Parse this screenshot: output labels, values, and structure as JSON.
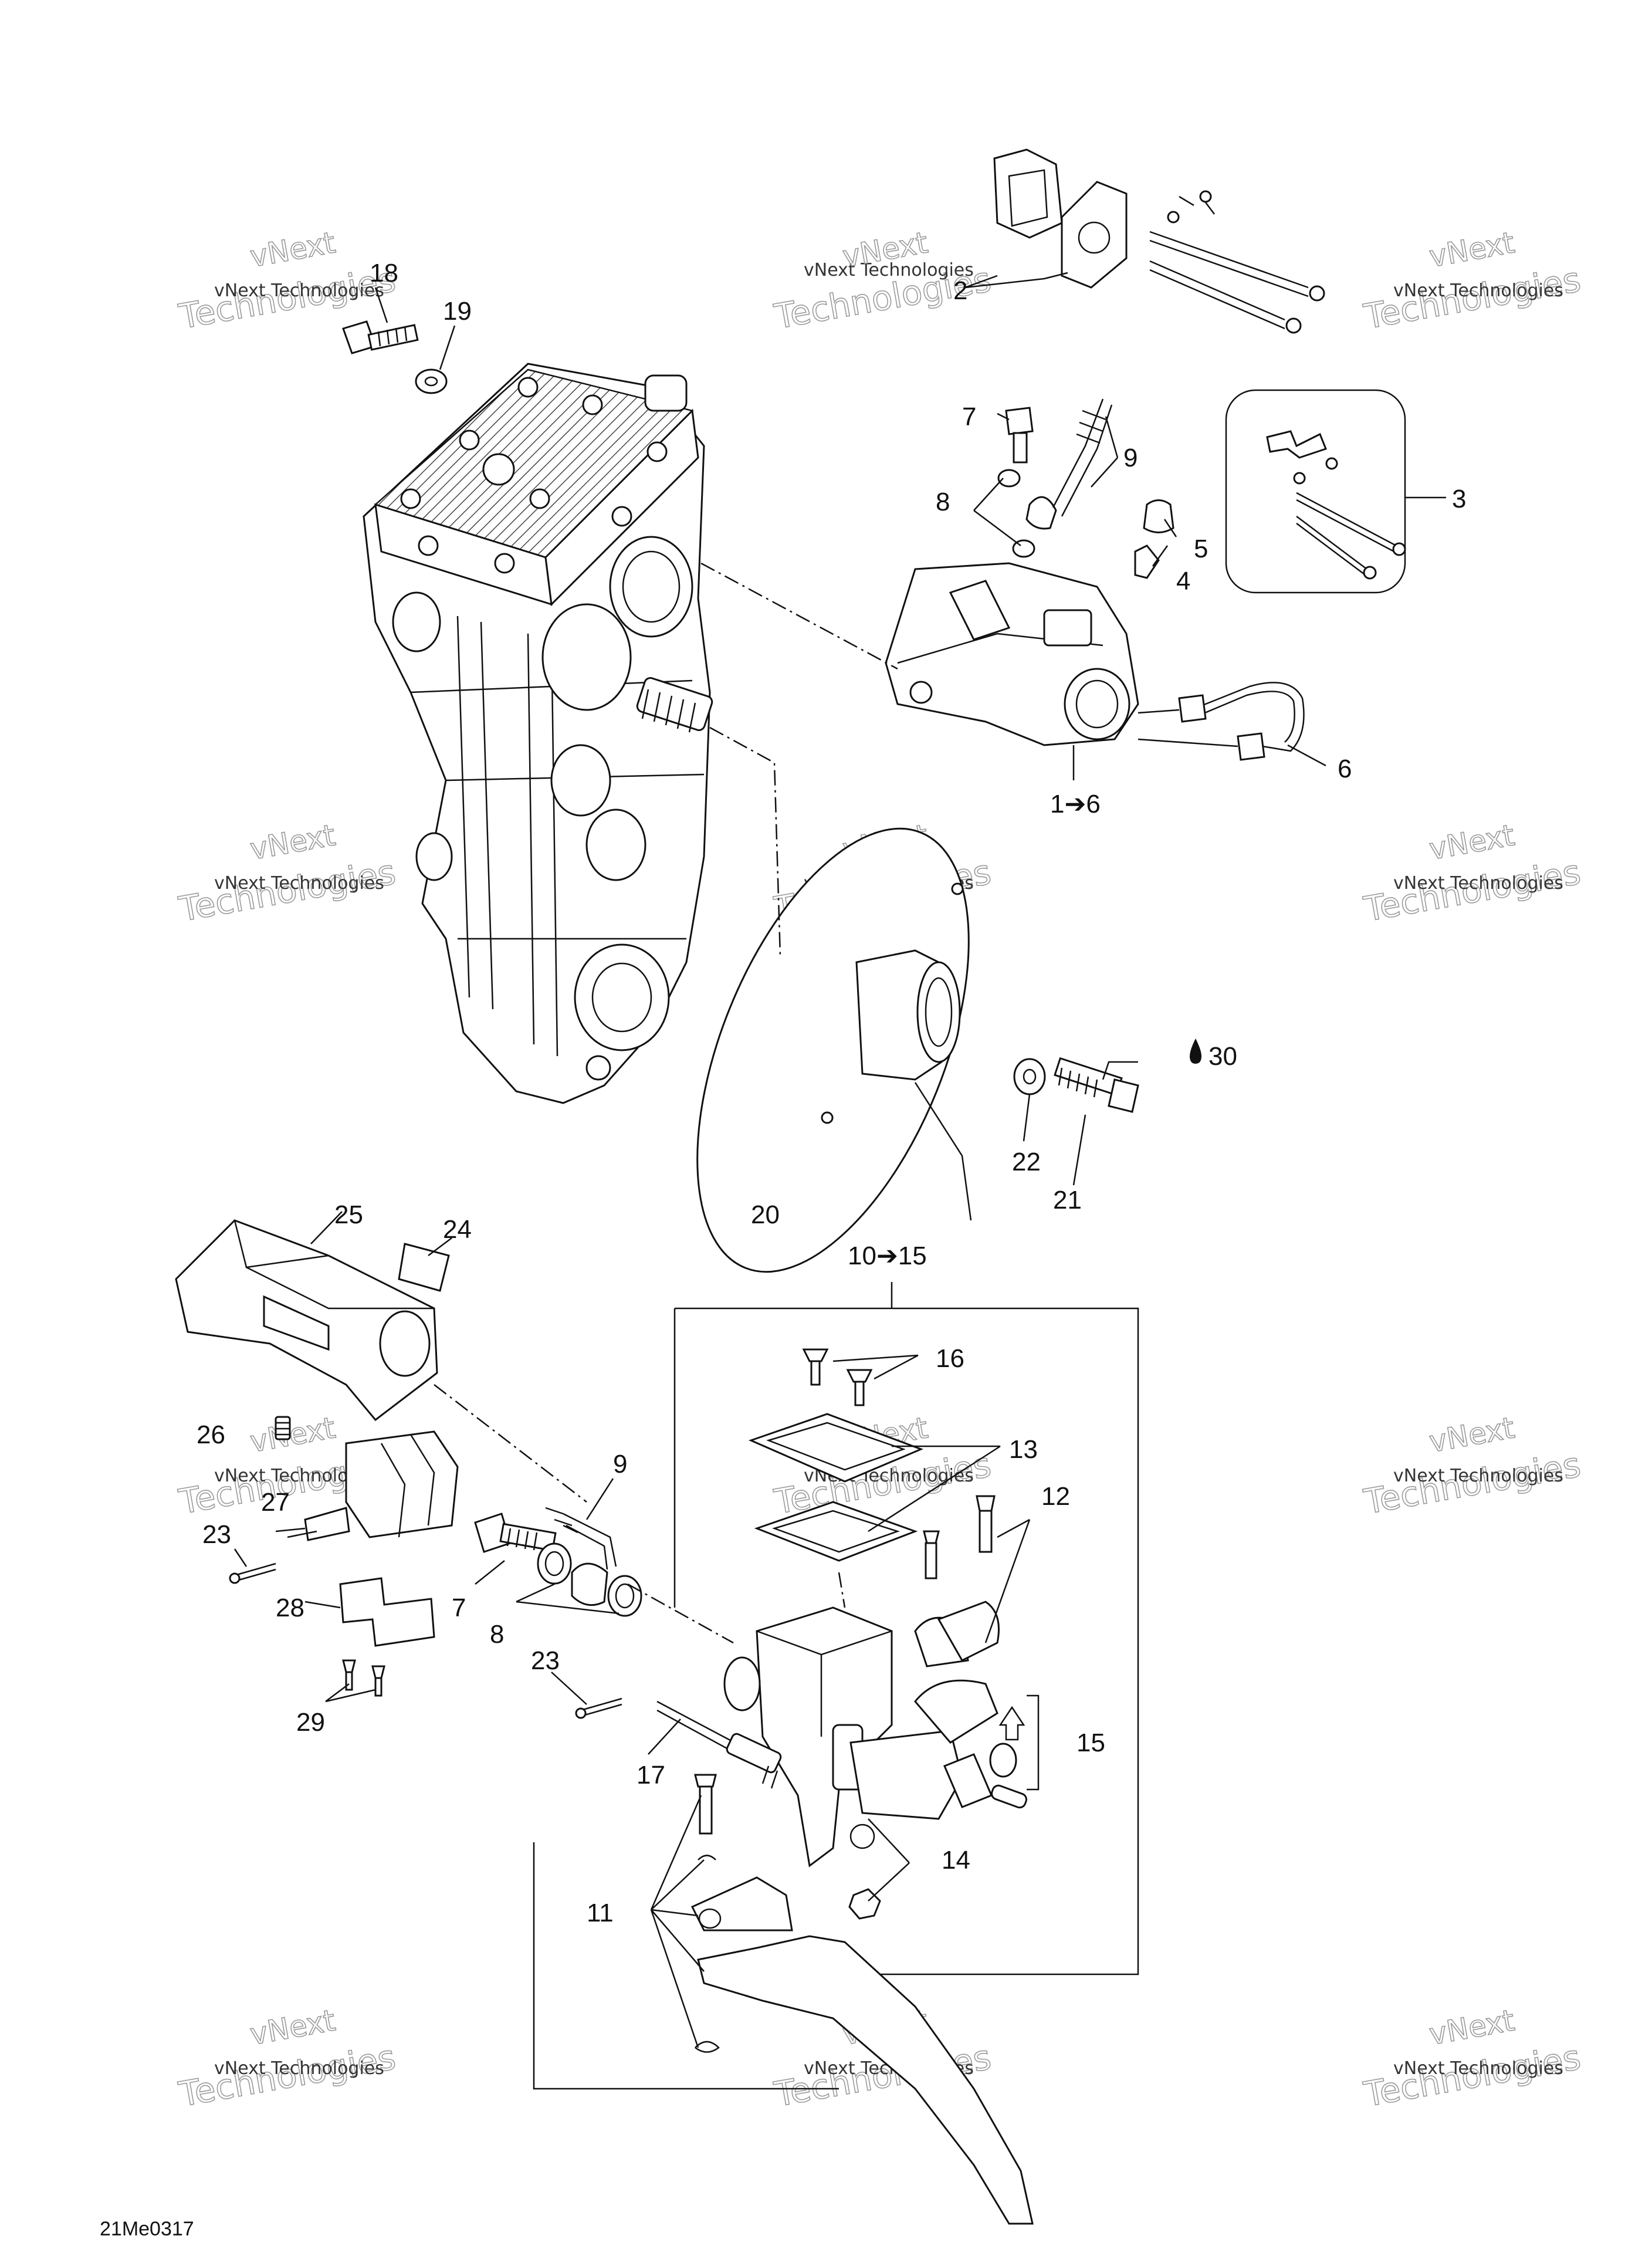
{
  "diagram": {
    "drawing_code": "21Me0317",
    "watermark_small": "vNext Technologies",
    "watermark_big": "Technologies",
    "watermark_arc": "vNext",
    "callouts": {
      "c1_6": "1➔6",
      "c3": "3",
      "c4": "4",
      "c5": "5",
      "c6": "6",
      "c7a": "7",
      "c8a": "8",
      "c9a": "9",
      "c10_15": "10➔15",
      "c11": "11",
      "c12": "12",
      "c13": "13",
      "c14": "14",
      "c15": "15",
      "c16": "16",
      "c17": "17",
      "c18": "18",
      "c19": "19",
      "c20": "20",
      "c21": "21",
      "c22": "22",
      "c23a": "23",
      "c23b": "23",
      "c24": "24",
      "c25": "25",
      "c26": "26",
      "c27": "27",
      "c28": "28",
      "c29": "29",
      "c30": "30",
      "c7b": "7",
      "c8b": "8",
      "c9b": "9",
      "c2": "2"
    }
  }
}
